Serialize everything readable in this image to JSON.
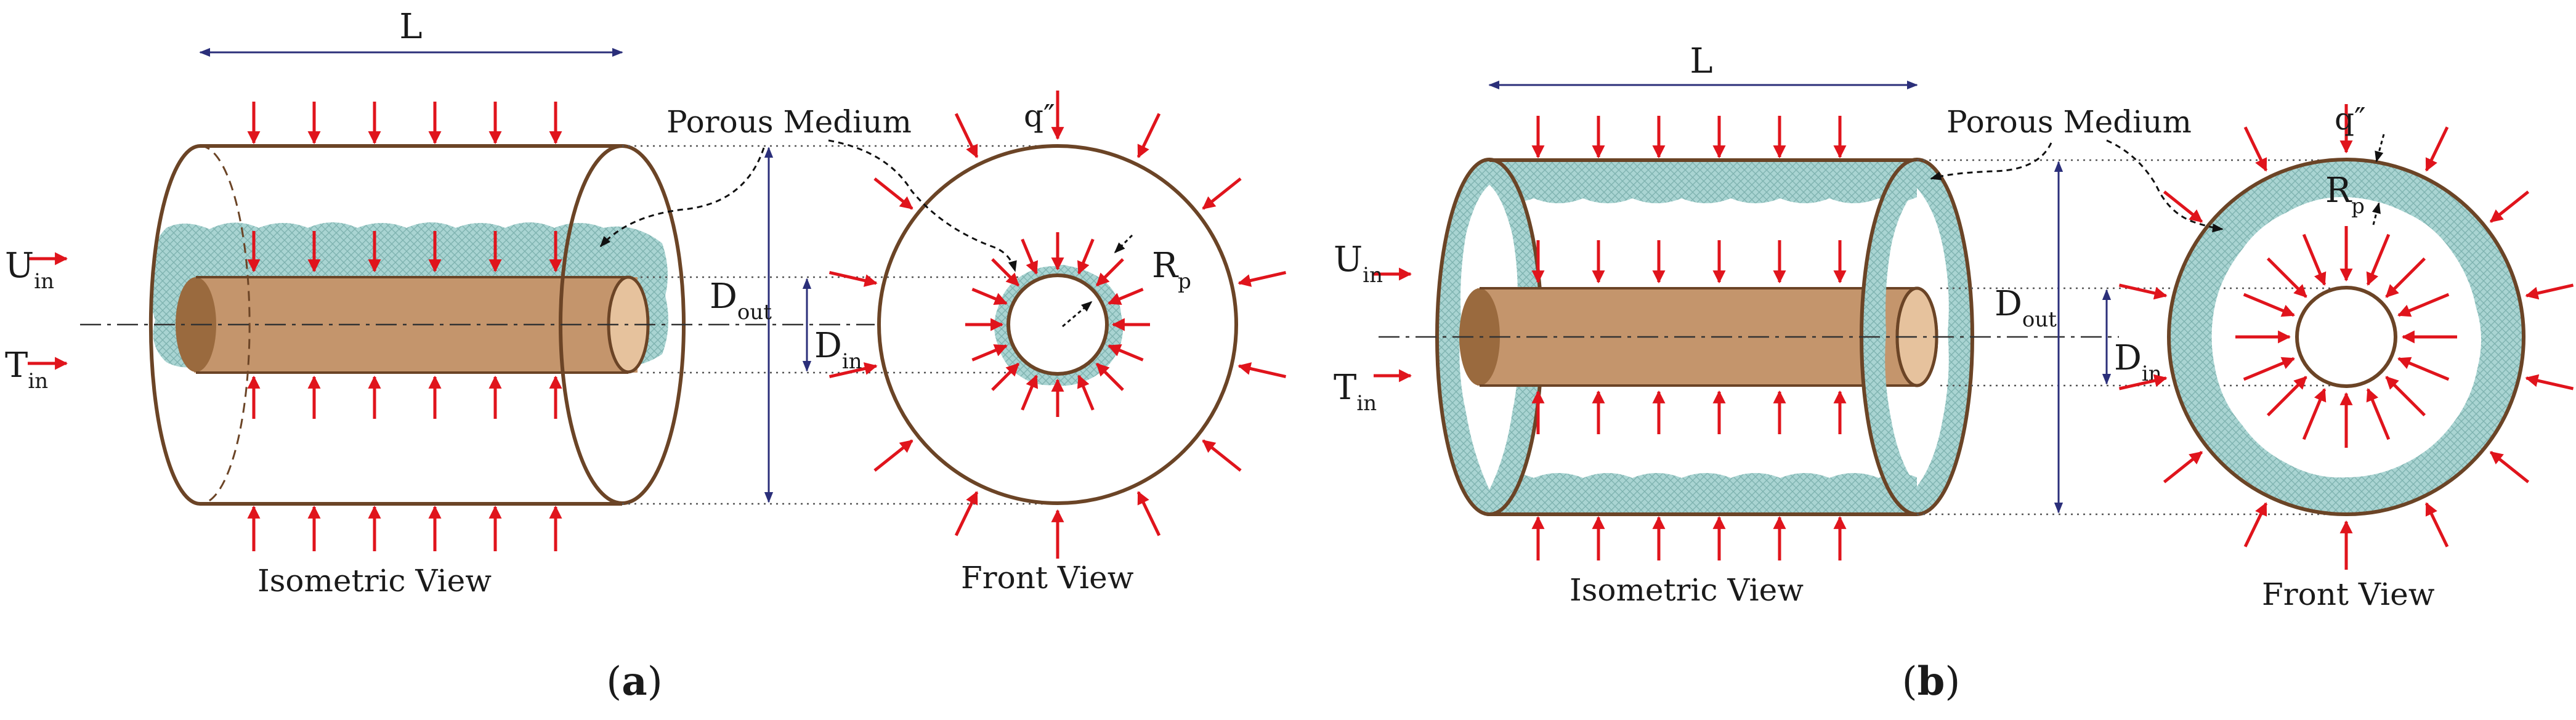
{
  "panels": [
    {
      "caption_open": "(",
      "caption_letter": "a",
      "caption_close": ")",
      "length_label": "L",
      "porous_label": "Porous Medium",
      "heat_flux_label": "q″",
      "u_main": "U",
      "u_sub": "in",
      "t_main": "T",
      "t_sub": "in",
      "dout_main": "D",
      "dout_sub": "out",
      "din_main": "D",
      "din_sub": "in",
      "rp_main": "R",
      "rp_sub": "p",
      "iso_label": "Isometric View",
      "front_label": "Front View"
    },
    {
      "caption_open": "(",
      "caption_letter": "b",
      "caption_close": ")",
      "length_label": "L",
      "porous_label": "Porous Medium",
      "heat_flux_label": "q″",
      "u_main": "U",
      "u_sub": "in",
      "t_main": "T",
      "t_sub": "in",
      "dout_main": "D",
      "dout_sub": "out",
      "din_main": "D",
      "din_sub": "in",
      "rp_main": "R",
      "rp_sub": "p",
      "iso_label": "Isometric View",
      "front_label": "Front View"
    }
  ],
  "colors": {
    "shell": "#6b4426",
    "rod": "#c4956c",
    "rod_end": "#9a6a3e",
    "rod_face": "#e6c29d",
    "porous": "#a9d4d2",
    "arrow": "#e0141c",
    "dimension": "#2b2f7a"
  }
}
